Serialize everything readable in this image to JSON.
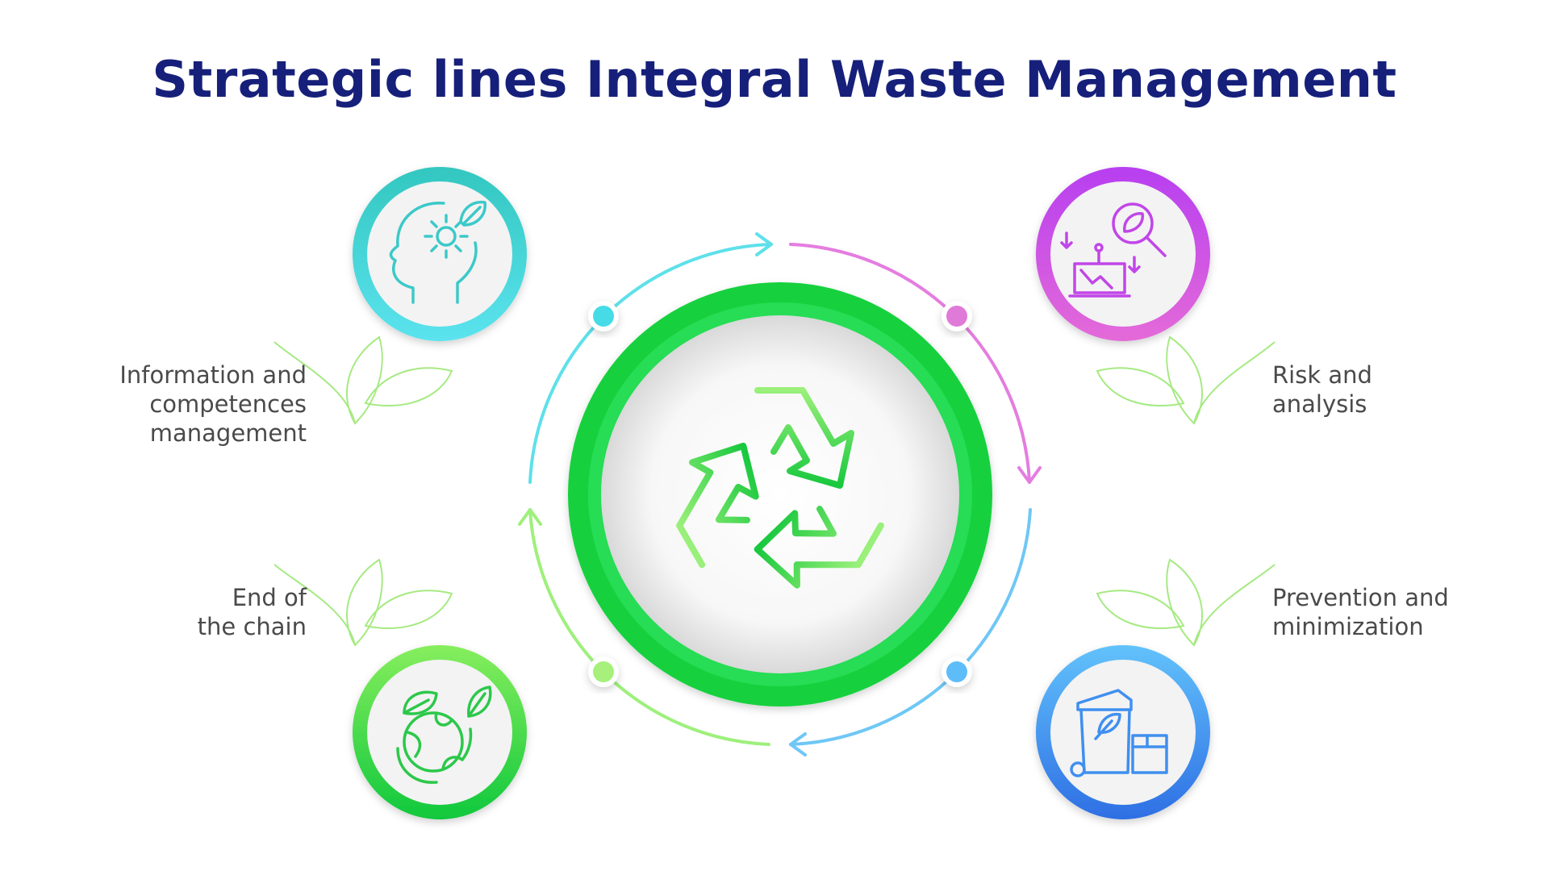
{
  "title": "Strategic lines Integral Waste Management",
  "colors": {
    "title": "#16207a",
    "center": "#12d13e",
    "teal": "#37ccd4",
    "purple": "#c244ea",
    "blue": "#3d86ee",
    "green": "#23c93c",
    "leaf": "#a6ea82",
    "text": "#4a4a4a"
  },
  "center": {
    "icon": "recycle-icon"
  },
  "nodes": [
    {
      "id": "info",
      "icon": "head-gear-leaf-icon",
      "color": "#37ccd4",
      "label": [
        "Information and",
        "competences",
        "management"
      ]
    },
    {
      "id": "risk",
      "icon": "chart-magnifier-leaf-icon",
      "color": "#c244ea",
      "label": [
        "Risk and",
        "analysis"
      ]
    },
    {
      "id": "prevention",
      "icon": "waste-bin-leaf-icon",
      "color": "#3d86ee",
      "label": [
        "Prevention and",
        "minimization"
      ]
    },
    {
      "id": "end",
      "icon": "globe-leaves-icon",
      "color": "#23c93c",
      "label": [
        "End of",
        "the chain"
      ]
    }
  ]
}
